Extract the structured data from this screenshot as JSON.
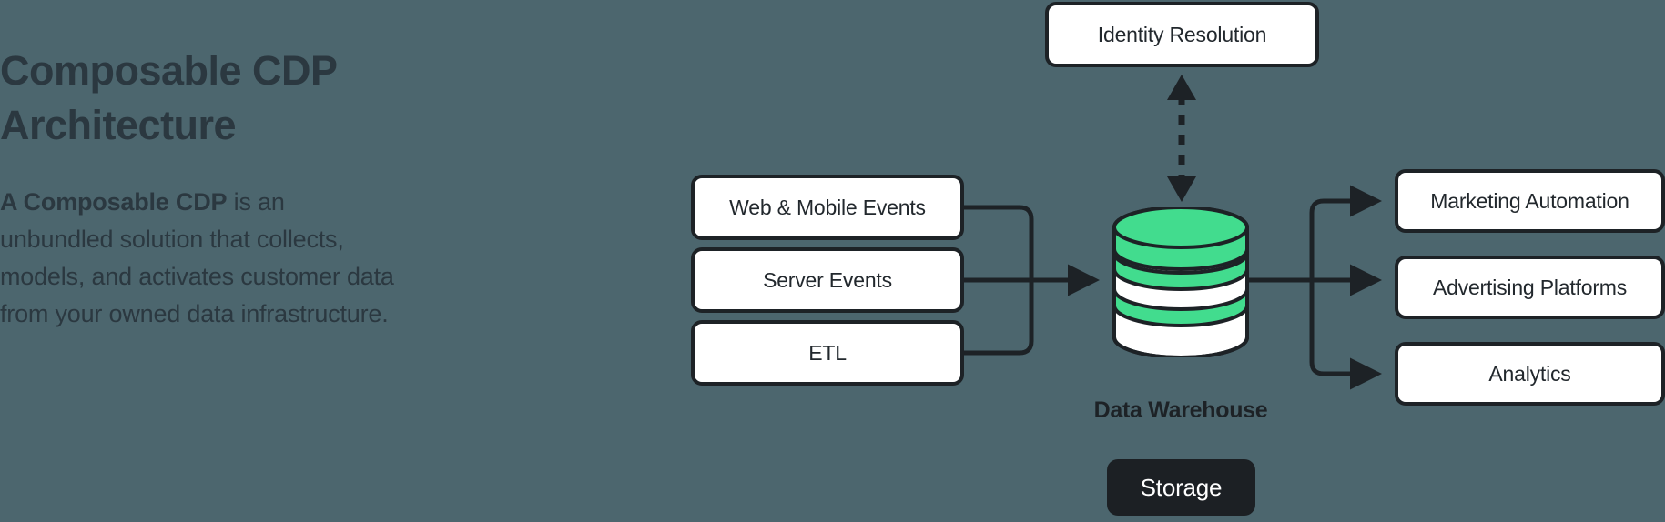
{
  "background_color": "#4c666e",
  "ink_color": "#1d2226",
  "accent_green": "#42dc8e",
  "copy": {
    "headline": "Composable CDP\nArchitecture",
    "paragraph_lead": "A Composable CDP",
    "paragraph_rest": " is an unbundled solution that collects, models, and activates customer data from your owned data infrastructure."
  },
  "diagram": {
    "identity": {
      "label": "Identity Resolution"
    },
    "inputs": [
      {
        "label": "Web & Mobile Events"
      },
      {
        "label": "Server Events"
      },
      {
        "label": "ETL"
      }
    ],
    "warehouse": {
      "label": "Data Warehouse",
      "storage_label": "Storage"
    },
    "outputs": [
      {
        "label": "Marketing Automation"
      },
      {
        "label": "Advertising Platforms"
      },
      {
        "label": "Analytics"
      }
    ]
  }
}
